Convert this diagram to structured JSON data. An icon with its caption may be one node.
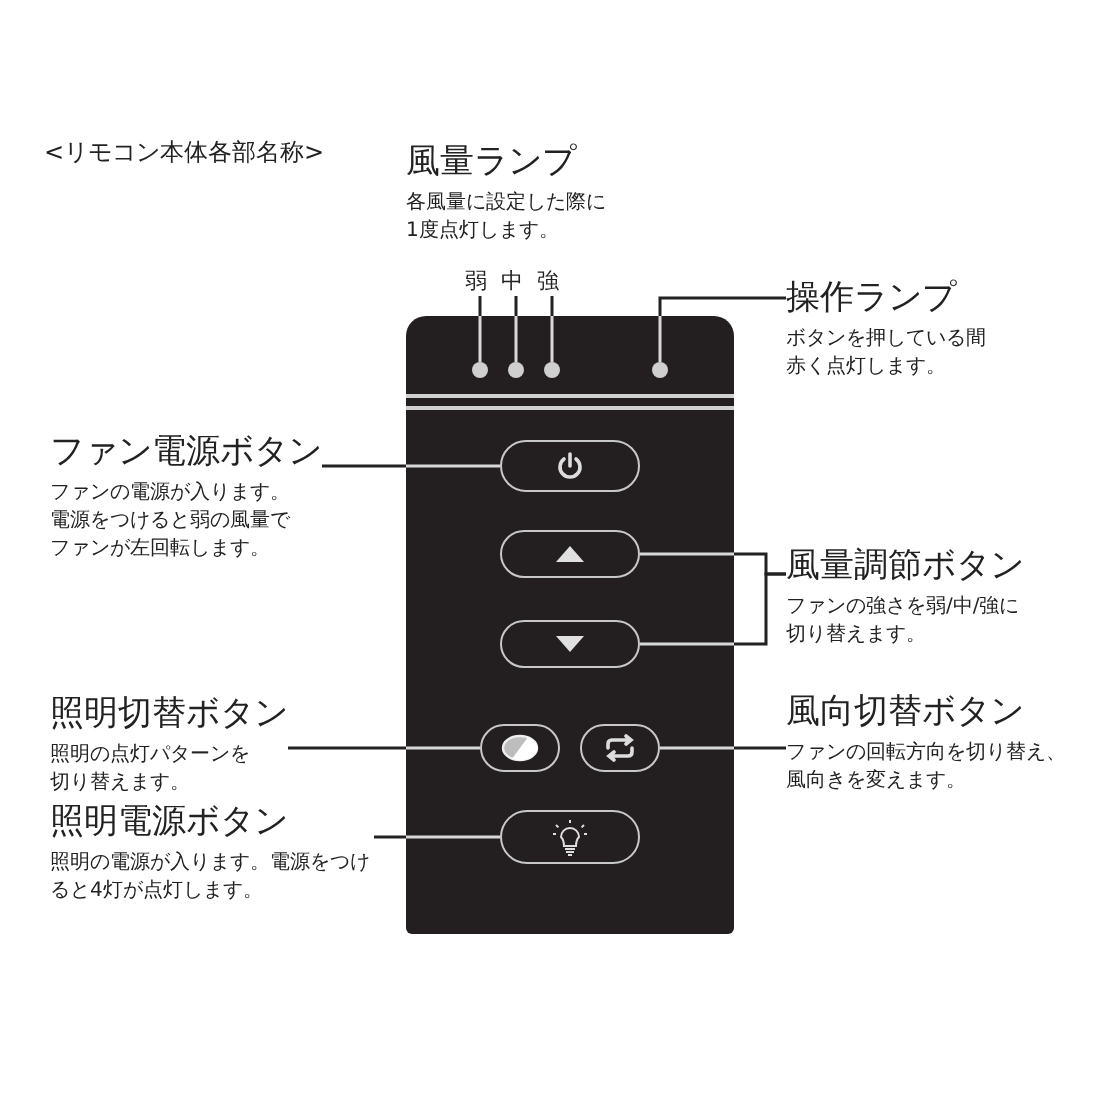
{
  "diagram": {
    "title": "<リモコン本体各部名称>",
    "nodes": [
      {
        "text": [],
        "shape": "box"
      },
      {
        "text": [],
        "shape": "circle",
        "in": 0
      },
      {
        "text": [],
        "shape": "circle",
        "in": 0
      },
      {
        "text": [],
        "shape": "circle",
        "in": 0
      },
      {
        "text": [],
        "shape": "circle",
        "in": 0
      },
      {
        "text": [],
        "shape": "box",
        "in": 0
      },
      {
        "text": [],
        "shape": "box",
        "in": 0
      },
      {
        "text": [],
        "shape": "box",
        "in": 0
      },
      {
        "text": [],
        "shape": "box",
        "in": 0
      },
      {
        "text": [],
        "shape": "box",
        "in": 0
      },
      {
        "text": [],
        "shape": "box",
        "in": 0
      },
      {
        "text": [
          "風量ランプ",
          "各風量に設定した際に1度点灯します。"
        ]
      },
      {
        "text": [
          "弱"
        ]
      },
      {
        "text": [
          "中"
        ]
      },
      {
        "text": [
          "強"
        ]
      },
      {
        "text": [
          "操作ランプ",
          "ボタンを押している間赤く点灯します。"
        ]
      },
      {
        "text": [
          "ファン電源ボタン",
          "ファンの電源が入ります。電源をつけると弱の風量でファンが左回転します。"
        ]
      },
      {
        "text": [
          "風量調節ボタン",
          "ファンの強さを弱/中/強に切り替えます。"
        ]
      },
      {
        "text": [
          "照明切替ボタン",
          "照明の点灯パターンを切り替えます。"
        ]
      },
      {
        "text": [
          "風向切替ボタン",
          "ファンの回転方向を切り替え、風向きを変えます。"
        ]
      },
      {
        "text": [
          "照明電源ボタン",
          "照明の電源が入ります。電源をつけると4灯が点灯します。"
        ]
      }
    ],
    "edges": [
      {
        "from": 12,
        "to": 1,
        "arrow": "none"
      },
      {
        "from": 13,
        "to": 2,
        "arrow": "none"
      },
      {
        "from": 14,
        "to": 3,
        "arrow": "none"
      },
      {
        "from": 15,
        "to": 4,
        "arrow": "none"
      },
      {
        "from": 16,
        "to": 5,
        "arrow": "none"
      },
      {
        "from": 17,
        "to": 6,
        "arrow": "none"
      },
      {
        "from": 17,
        "to": 7,
        "arrow": "none"
      },
      {
        "from": 18,
        "to": 8,
        "arrow": "none"
      },
      {
        "from": 19,
        "to": 9,
        "arrow": "none"
      },
      {
        "from": 20,
        "to": 10,
        "arrow": "none"
      }
    ]
  }
}
